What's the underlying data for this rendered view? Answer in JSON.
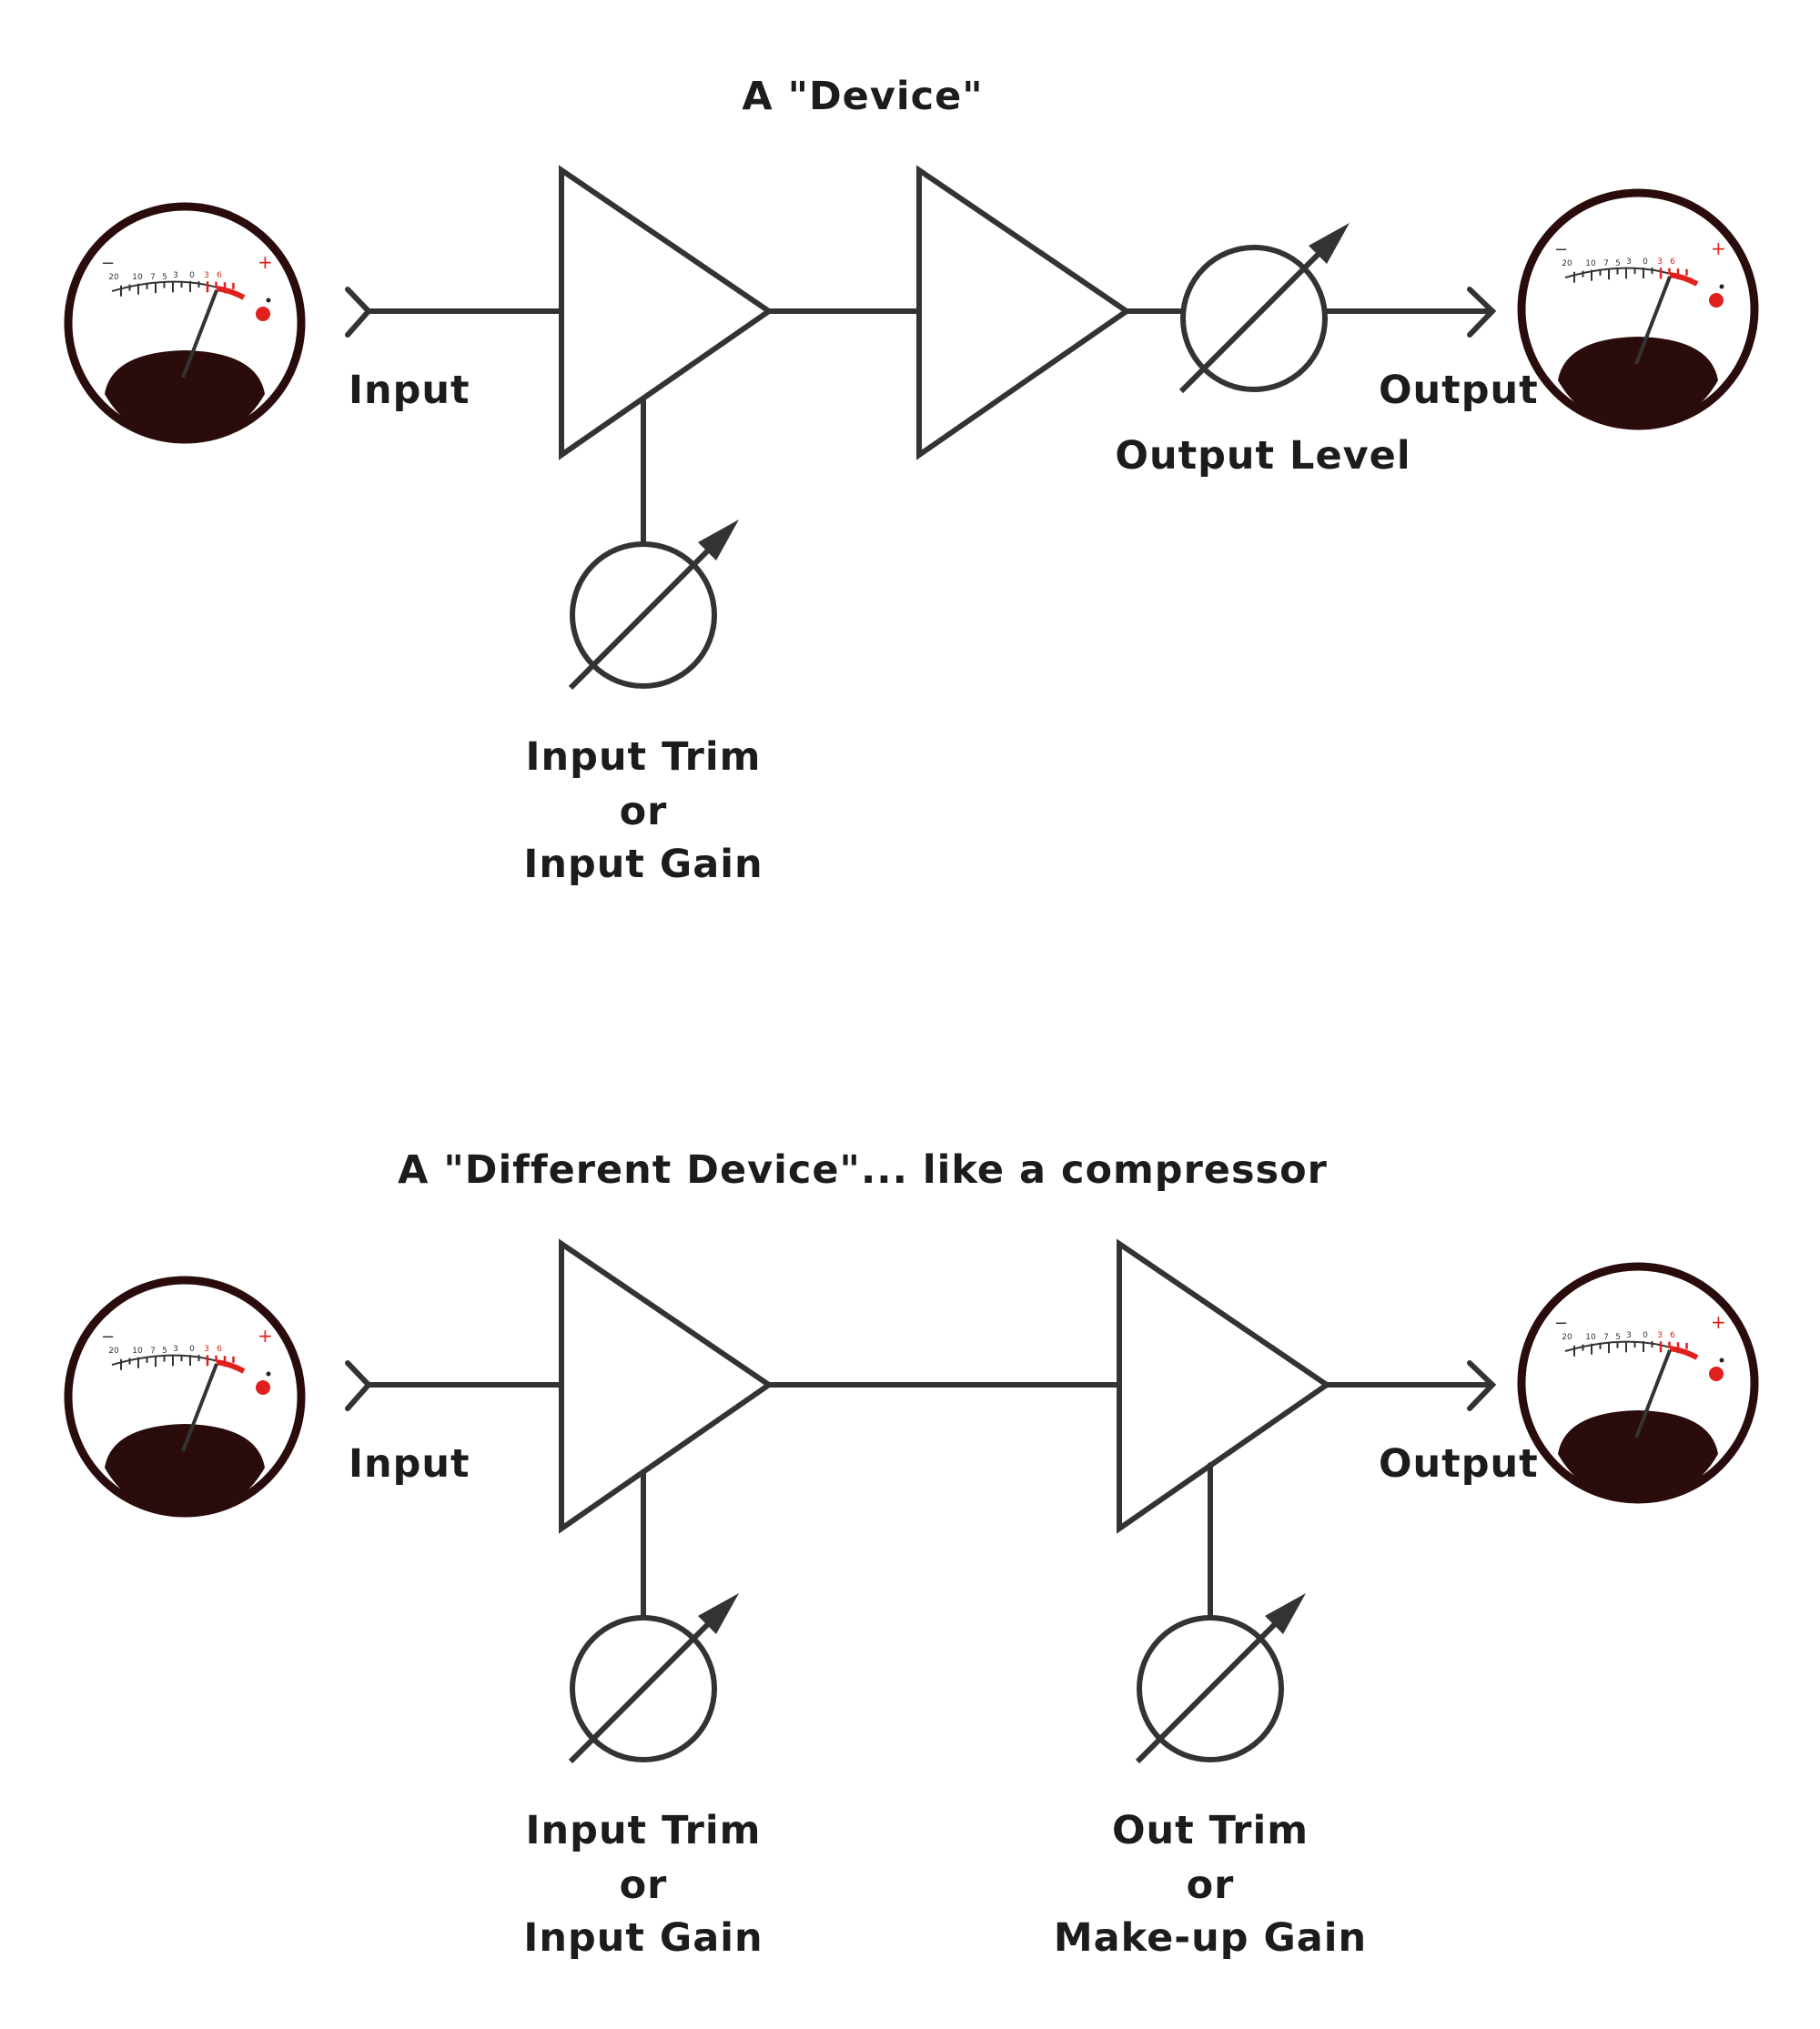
{
  "diagrams": [
    {
      "title": "A \"Device\"",
      "input_label": "Input",
      "output_label": "Output",
      "controls": [
        {
          "lines": [
            "Input Trim",
            "or",
            "Input Gain"
          ]
        },
        {
          "lines": [
            "Output Level"
          ]
        }
      ]
    },
    {
      "title": "A \"Different Device\"... like a compressor",
      "input_label": "Input",
      "output_label": "Output",
      "controls": [
        {
          "lines": [
            "Input Trim",
            "or",
            "Input Gain"
          ]
        },
        {
          "lines": [
            "Out Trim",
            "or",
            "Make-up Gain"
          ]
        }
      ]
    }
  ],
  "meter": {
    "scale": [
      "20",
      "10",
      "7",
      "5",
      "3",
      "0",
      "3",
      "6"
    ],
    "minus": "−",
    "plus": "+",
    "colors": {
      "rim": "#2a0c0c",
      "red": "#e0201c",
      "ink": "#333333"
    }
  },
  "colors": {
    "line": "#333333",
    "text": "#1c1c1c",
    "background": "#ffffff"
  }
}
